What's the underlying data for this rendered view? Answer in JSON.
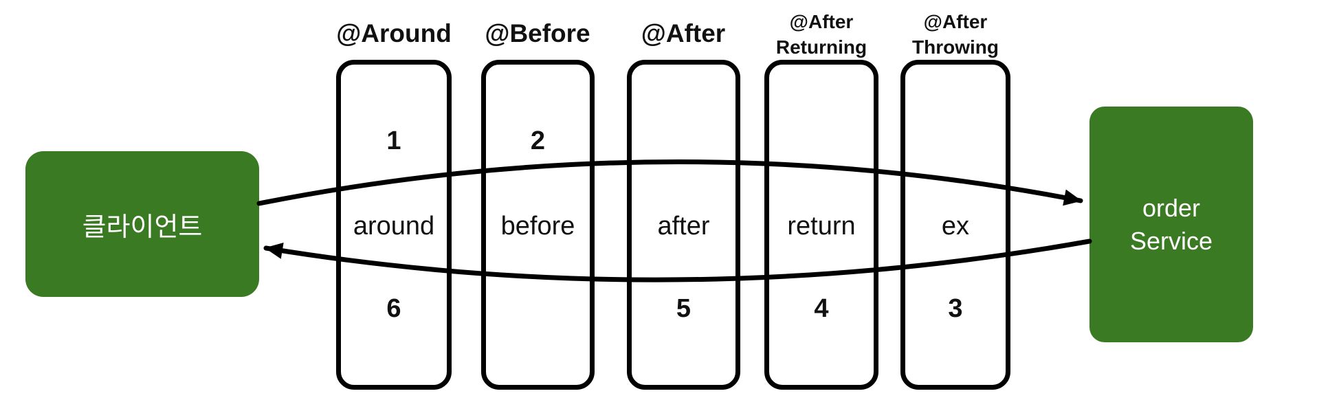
{
  "client": {
    "label": "클라이언트"
  },
  "service": {
    "label": "order\nService"
  },
  "advices": [
    {
      "header": "@Around",
      "top_number": "1",
      "label": "around",
      "bottom_number": "6"
    },
    {
      "header": "@Before",
      "top_number": "2",
      "label": "before",
      "bottom_number": ""
    },
    {
      "header": "@After",
      "top_number": "",
      "label": "after",
      "bottom_number": "5"
    },
    {
      "header": "@After\nReturning",
      "top_number": "",
      "label": "return",
      "bottom_number": "4"
    },
    {
      "header": "@After\nThrowing",
      "top_number": "",
      "label": "ex",
      "bottom_number": "3"
    }
  ],
  "colors": {
    "node_fill": "#3a7a22",
    "stroke": "#000000",
    "node_text": "#ffffff"
  }
}
